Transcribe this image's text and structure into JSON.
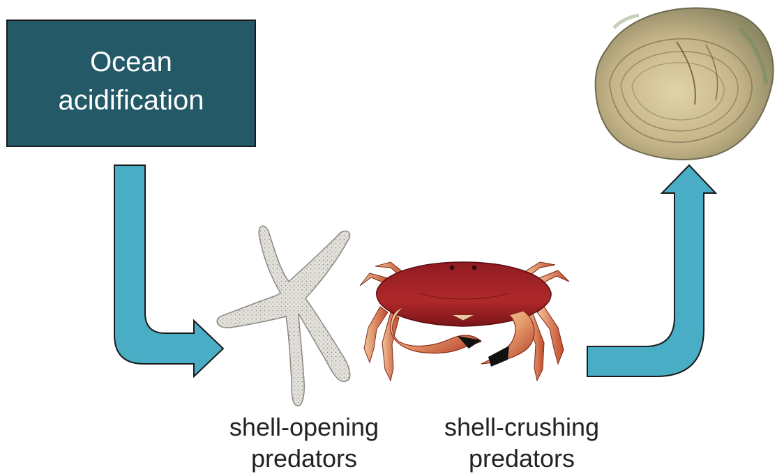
{
  "source_box": {
    "line1": "Ocean",
    "line2": "acidification",
    "fill_color": "#245a67"
  },
  "arrow_color": "#4aadc6",
  "nodes": [
    {
      "name": "sea-star",
      "caption_line1": "shell-opening",
      "caption_line2": "predators"
    },
    {
      "name": "crab",
      "caption_line1": "shell-crushing",
      "caption_line2": "predators"
    },
    {
      "name": "oyster"
    }
  ]
}
